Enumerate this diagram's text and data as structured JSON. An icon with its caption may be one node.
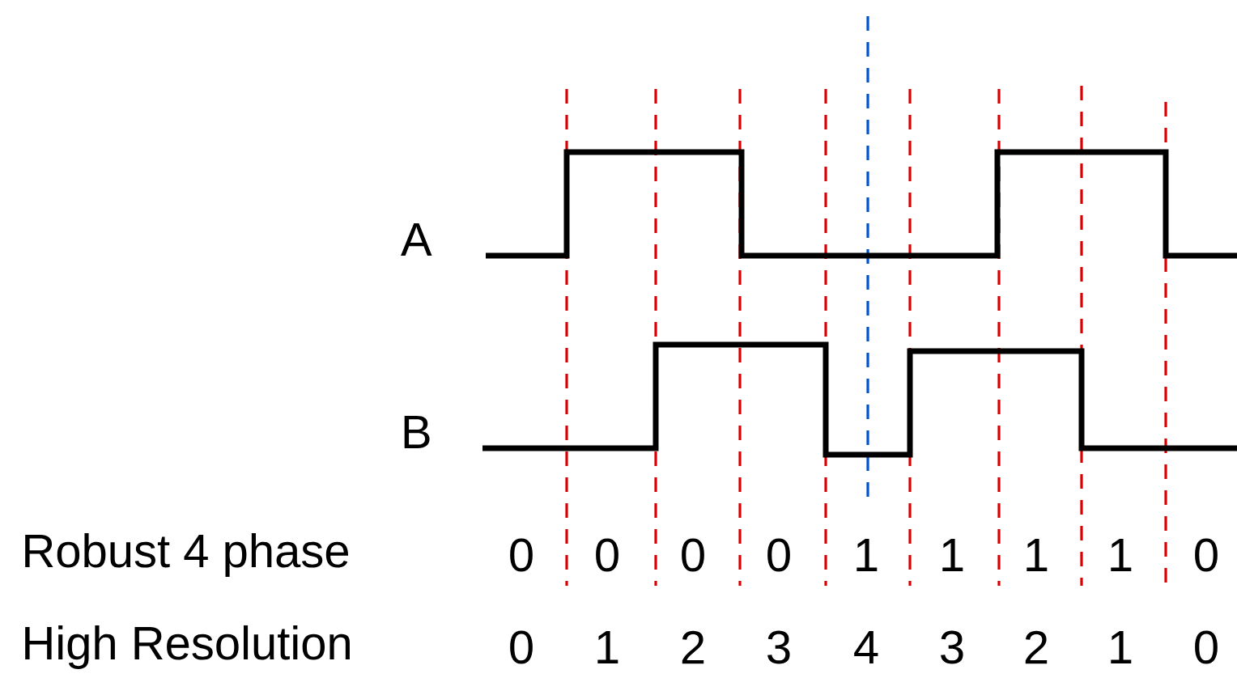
{
  "diagram": {
    "labels": [
      "A",
      "B",
      "Robust 4 phase",
      "0",
      "0",
      "0",
      "0",
      "1",
      "1",
      "1",
      "1",
      "0",
      "High Resolution",
      "0",
      "1",
      "2",
      "3",
      "4",
      "3",
      "2",
      "1",
      "0"
    ]
  }
}
